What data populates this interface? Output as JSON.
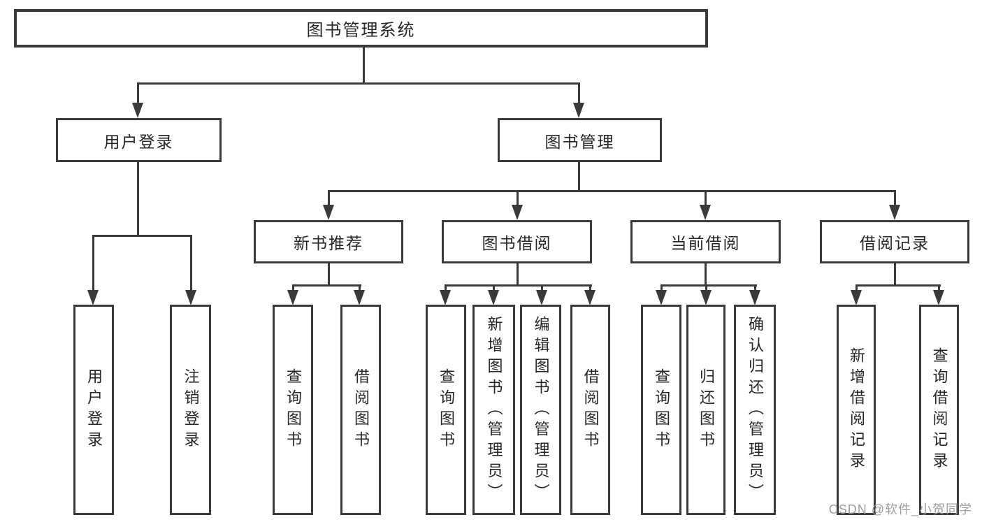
{
  "colors": {
    "line": "#3a3a3a",
    "text": "#262626",
    "background": "#ffffff",
    "watermark": "#9e9e9e"
  },
  "watermark": "CSDN @软件_小贺同学",
  "nodes": {
    "root": {
      "label": "图书管理系统"
    },
    "user_login": {
      "label": "用户登录"
    },
    "book_mgmt": {
      "label": "图书管理"
    },
    "login": {
      "label": "用户登录"
    },
    "logout": {
      "label": "注销登录"
    },
    "new_book_rec": {
      "label": "新书推荐"
    },
    "book_borrow": {
      "label": "图书借阅"
    },
    "current_borrow": {
      "label": "当前借阅"
    },
    "borrow_records": {
      "label": "借阅记录"
    },
    "nbr_query": {
      "label": "查询图书"
    },
    "nbr_borrow": {
      "label": "借阅图书"
    },
    "bb_query": {
      "label": "查询图书"
    },
    "bb_add": {
      "label": "新增图书（管理员）"
    },
    "bb_edit": {
      "label": "编辑图书（管理员）"
    },
    "bb_borrow": {
      "label": "借阅图书"
    },
    "cb_query": {
      "label": "查询图书"
    },
    "cb_return": {
      "label": "归还图书"
    },
    "cb_confirm": {
      "label": "确认归还（管理员）"
    },
    "br_add": {
      "label": "新增借阅记录"
    },
    "br_query": {
      "label": "查询借阅记录"
    }
  },
  "hierarchy": {
    "图书管理系统": {
      "用户登录": [
        "用户登录",
        "注销登录"
      ],
      "图书管理": {
        "新书推荐": [
          "查询图书",
          "借阅图书"
        ],
        "图书借阅": [
          "查询图书",
          "新增图书（管理员）",
          "编辑图书（管理员）",
          "借阅图书"
        ],
        "当前借阅": [
          "查询图书",
          "归还图书",
          "确认归还（管理员）"
        ],
        "借阅记录": [
          "新增借阅记录",
          "查询借阅记录"
        ]
      }
    }
  }
}
